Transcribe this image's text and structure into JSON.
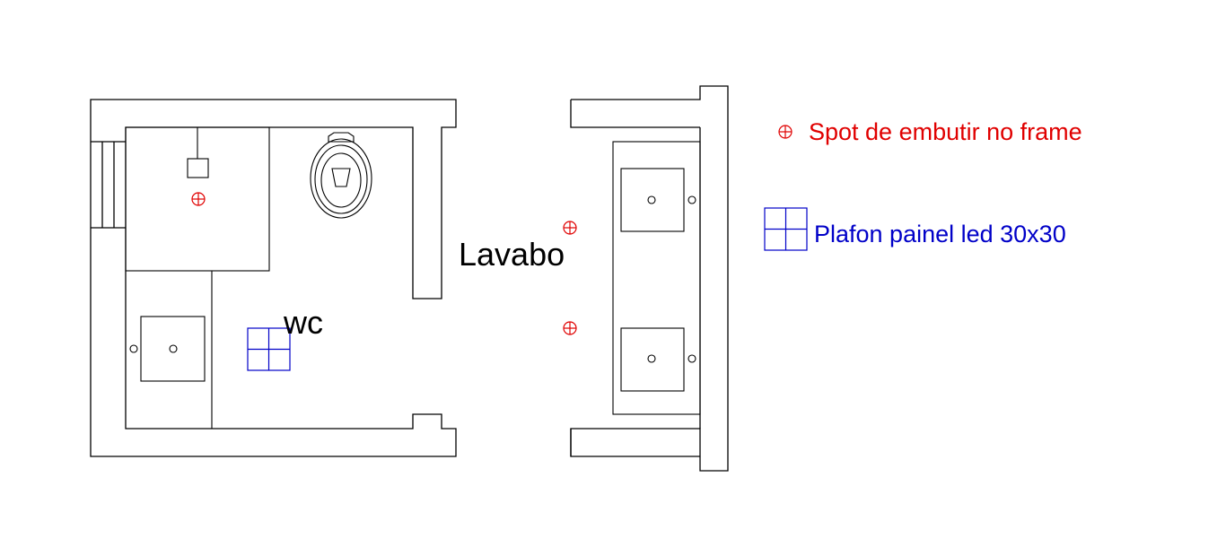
{
  "rooms": {
    "wc": "wc",
    "lavabo": "Lavabo"
  },
  "legend": {
    "spot": {
      "label": "Spot de embutir no frame",
      "symbol": "spot-icon",
      "color": "#e00000"
    },
    "led": {
      "label": "Plafon painel led 30x30",
      "symbol": "led-panel-icon",
      "color": "#0000c8"
    }
  }
}
